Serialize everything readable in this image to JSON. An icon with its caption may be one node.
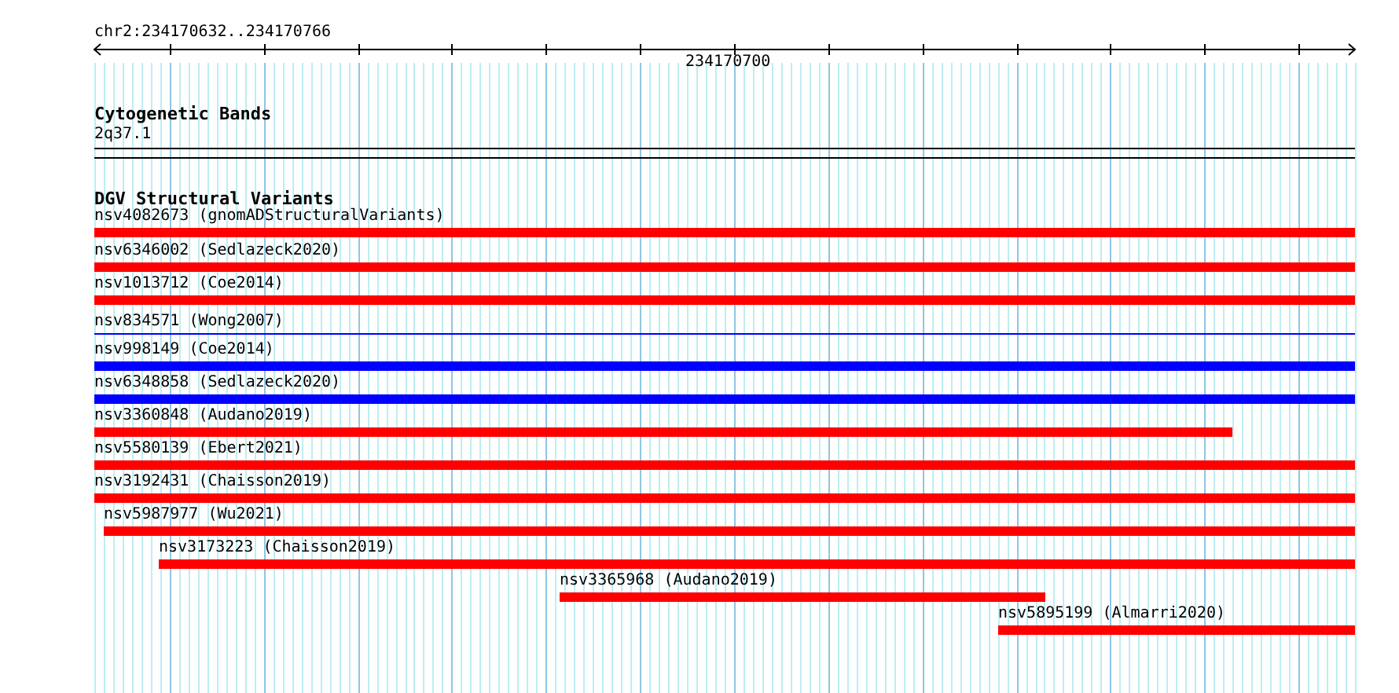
{
  "diagram": {
    "nodes": [
      {
        "text": [
          "nsv4082673 (gnomADStructuralVariants)"
        ]
      },
      {
        "text": [
          "nsv6346002 (Sedlazeck2020)"
        ]
      },
      {
        "text": [
          "nsv1013712 (Coe2014)"
        ]
      },
      {
        "text": [
          "nsv834571 (Wong2007)"
        ]
      },
      {
        "text": [
          "nsv998149 (Coe2014)"
        ]
      },
      {
        "text": [
          "nsv6348858 (Sedlazeck2020)"
        ]
      },
      {
        "text": [
          "nsv3360848 (Audano2019)"
        ]
      },
      {
        "text": [
          "nsv5580139 (Ebert2021)"
        ]
      },
      {
        "text": [
          "nsv3192431 (Chaisson2019)"
        ]
      },
      {
        "text": [
          "nsv5987977 (Wu2021)"
        ]
      },
      {
        "text": [
          "nsv3173223 (Chaisson2019)"
        ]
      },
      {
        "text": [
          "nsv3365968 (Audano2019)"
        ]
      },
      {
        "text": [
          "nsv5895199 (Almarri2020)"
        ]
      }
    ],
    "edges": [],
    "labels": [
      "chr2:234170632..234170766",
      "234170700",
      "Cytogenetic Bands",
      "2q37.1",
      "DGV Structural Variants"
    ]
  }
}
